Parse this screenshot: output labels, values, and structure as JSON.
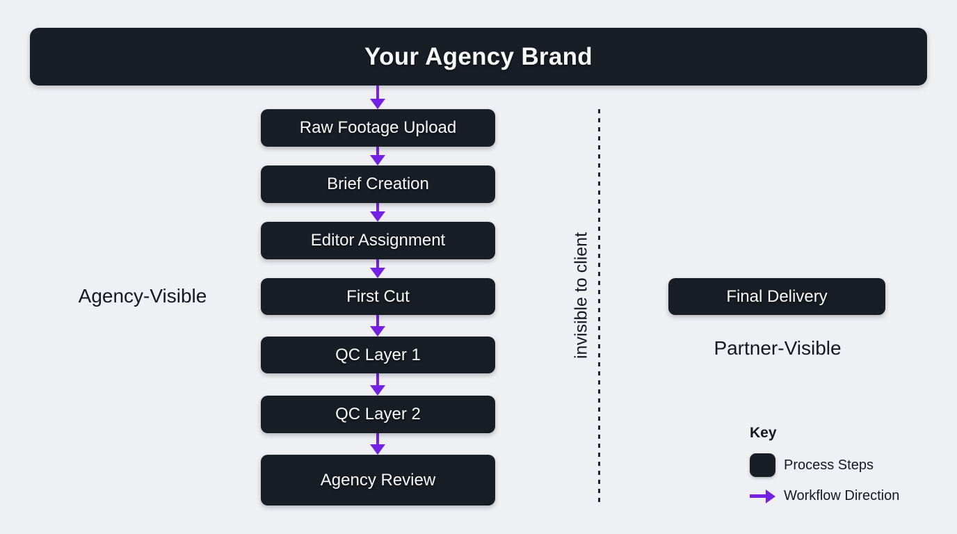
{
  "header": {
    "title": "Your Agency Brand"
  },
  "zones": {
    "agency_label": "Agency-Visible",
    "partner_label": "Partner-Visible"
  },
  "flow": {
    "steps": [
      "Raw Footage Upload",
      "Brief Creation",
      "Editor Assignment",
      "First Cut",
      "QC Layer 1",
      "QC Layer 2",
      "Agency Review"
    ]
  },
  "divider": {
    "label": "invisible to client"
  },
  "delivery": {
    "label": "Final Delivery"
  },
  "legend": {
    "title": "Key",
    "items": [
      {
        "swatch": "process-step-box",
        "label": "Process Steps"
      },
      {
        "swatch": "workflow-arrow",
        "label": "Workflow Direction"
      }
    ]
  },
  "colors": {
    "background": "#eef0f4",
    "node_fill": "#191d26",
    "node_text": "#f8f9fa",
    "accent": "#7421e3",
    "label_text": "#15181e"
  }
}
